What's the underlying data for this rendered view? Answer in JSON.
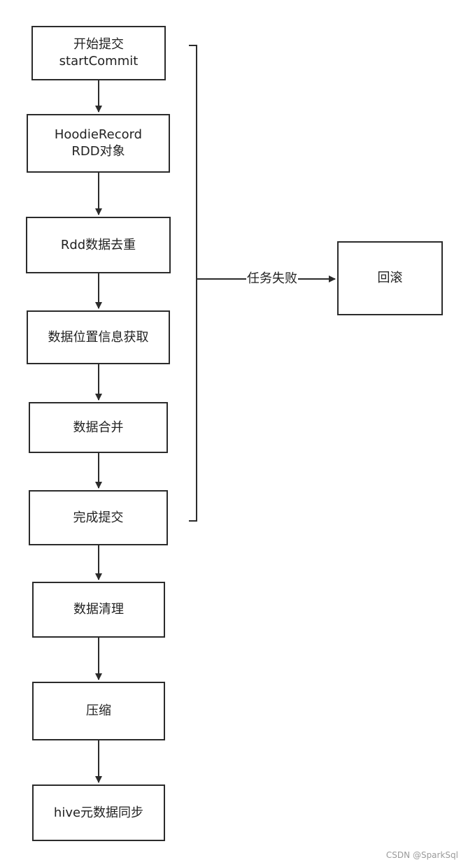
{
  "nodes": {
    "start_commit": {
      "line1": "开始提交",
      "line2": "startCommit"
    },
    "hoodie_record": {
      "line1": "HoodieRecord",
      "line2": "RDD对象"
    },
    "rdd_dedup": {
      "label": "Rdd数据去重"
    },
    "location_fetch": {
      "label": "数据位置信息获取"
    },
    "data_merge": {
      "label": "数据合并"
    },
    "complete_commit": {
      "label": "完成提交"
    },
    "data_cleanup": {
      "label": "数据清理"
    },
    "compaction": {
      "label": "压缩"
    },
    "hive_sync": {
      "label": "hive元数据同步"
    },
    "rollback": {
      "label": "回滚"
    }
  },
  "edges": {
    "failure_label": "任务失败"
  },
  "watermark": "CSDN @SparkSql"
}
